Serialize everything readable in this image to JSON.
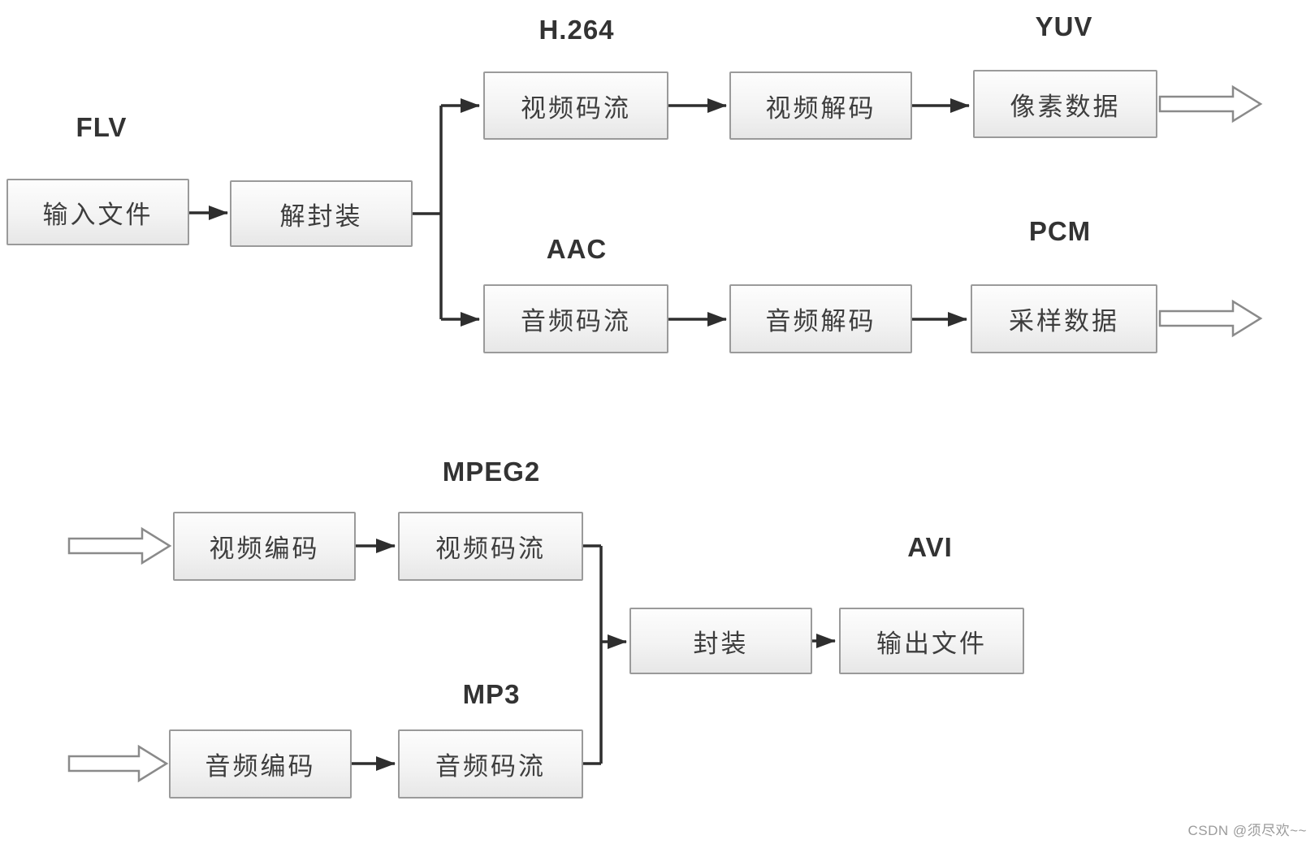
{
  "decode_flow": {
    "source_format": "FLV",
    "input": "输入文件",
    "demux": "解封装",
    "video_format": "H.264",
    "video_stream": "视频码流",
    "video_decode": "视频解码",
    "video_out_format": "YUV",
    "video_out": "像素数据",
    "audio_format": "AAC",
    "audio_stream": "音频码流",
    "audio_decode": "音频解码",
    "audio_out_format": "PCM",
    "audio_out": "采样数据"
  },
  "encode_flow": {
    "video_encode": "视频编码",
    "video_format": "MPEG2",
    "video_stream": "视频码流",
    "audio_encode": "音频编码",
    "audio_format": "MP3",
    "audio_stream": "音频码流",
    "mux": "封装",
    "out_format": "AVI",
    "output": "输出文件"
  },
  "colors": {
    "line": "#2e2e2e",
    "box_border": "#9a9a9a",
    "hollow_arrow_stroke": "#8a8a8a"
  },
  "watermark": "CSDN @须尽欢~~"
}
